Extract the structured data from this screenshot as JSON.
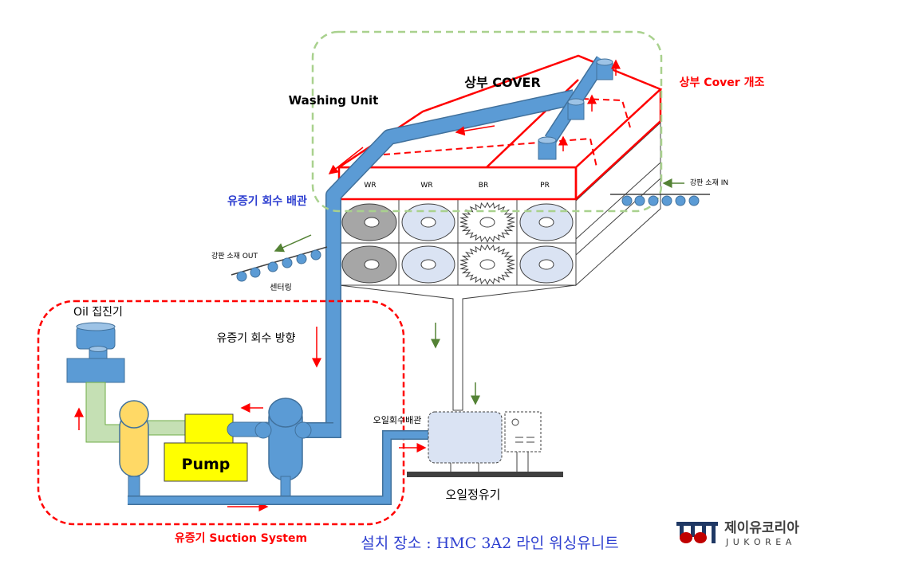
{
  "labels": {
    "washing_unit": "Washing Unit",
    "upper_cover": "상부 COVER",
    "upper_cover_mod": "상부 Cover 개조",
    "steel_in": "강판 소재 IN",
    "steel_out": "강판 소재 OUT",
    "centering": "센터링",
    "vapor_pipe": "유증기 회수 배관",
    "vapor_direction": "유증기 회수 방향",
    "oil_collector": "Oil 집진기",
    "pump": "Pump",
    "oil_pipe": "오일회수배관",
    "oil_purifier": "오일정유기",
    "suction_system": "유증기 Suction System",
    "install_location": "설치 장소 : HMC 3A2 라인 워싱유니트",
    "brush_labels": [
      "WR",
      "WR",
      "BR",
      "PR"
    ]
  },
  "logo": {
    "name_ko": "제이유코리아",
    "name_en": "J U K O R E A"
  },
  "colors": {
    "pipe": "#5b9bd5",
    "pipe_stroke": "#41719c",
    "red": "#ff0000",
    "label_blue": "#2e3fd0",
    "green_dash": "#a9d18e",
    "pump": "#ffff00",
    "collector_tank": "#ffd966",
    "duct_green": "#c5e0b4",
    "purifier": "#dae3f3"
  }
}
